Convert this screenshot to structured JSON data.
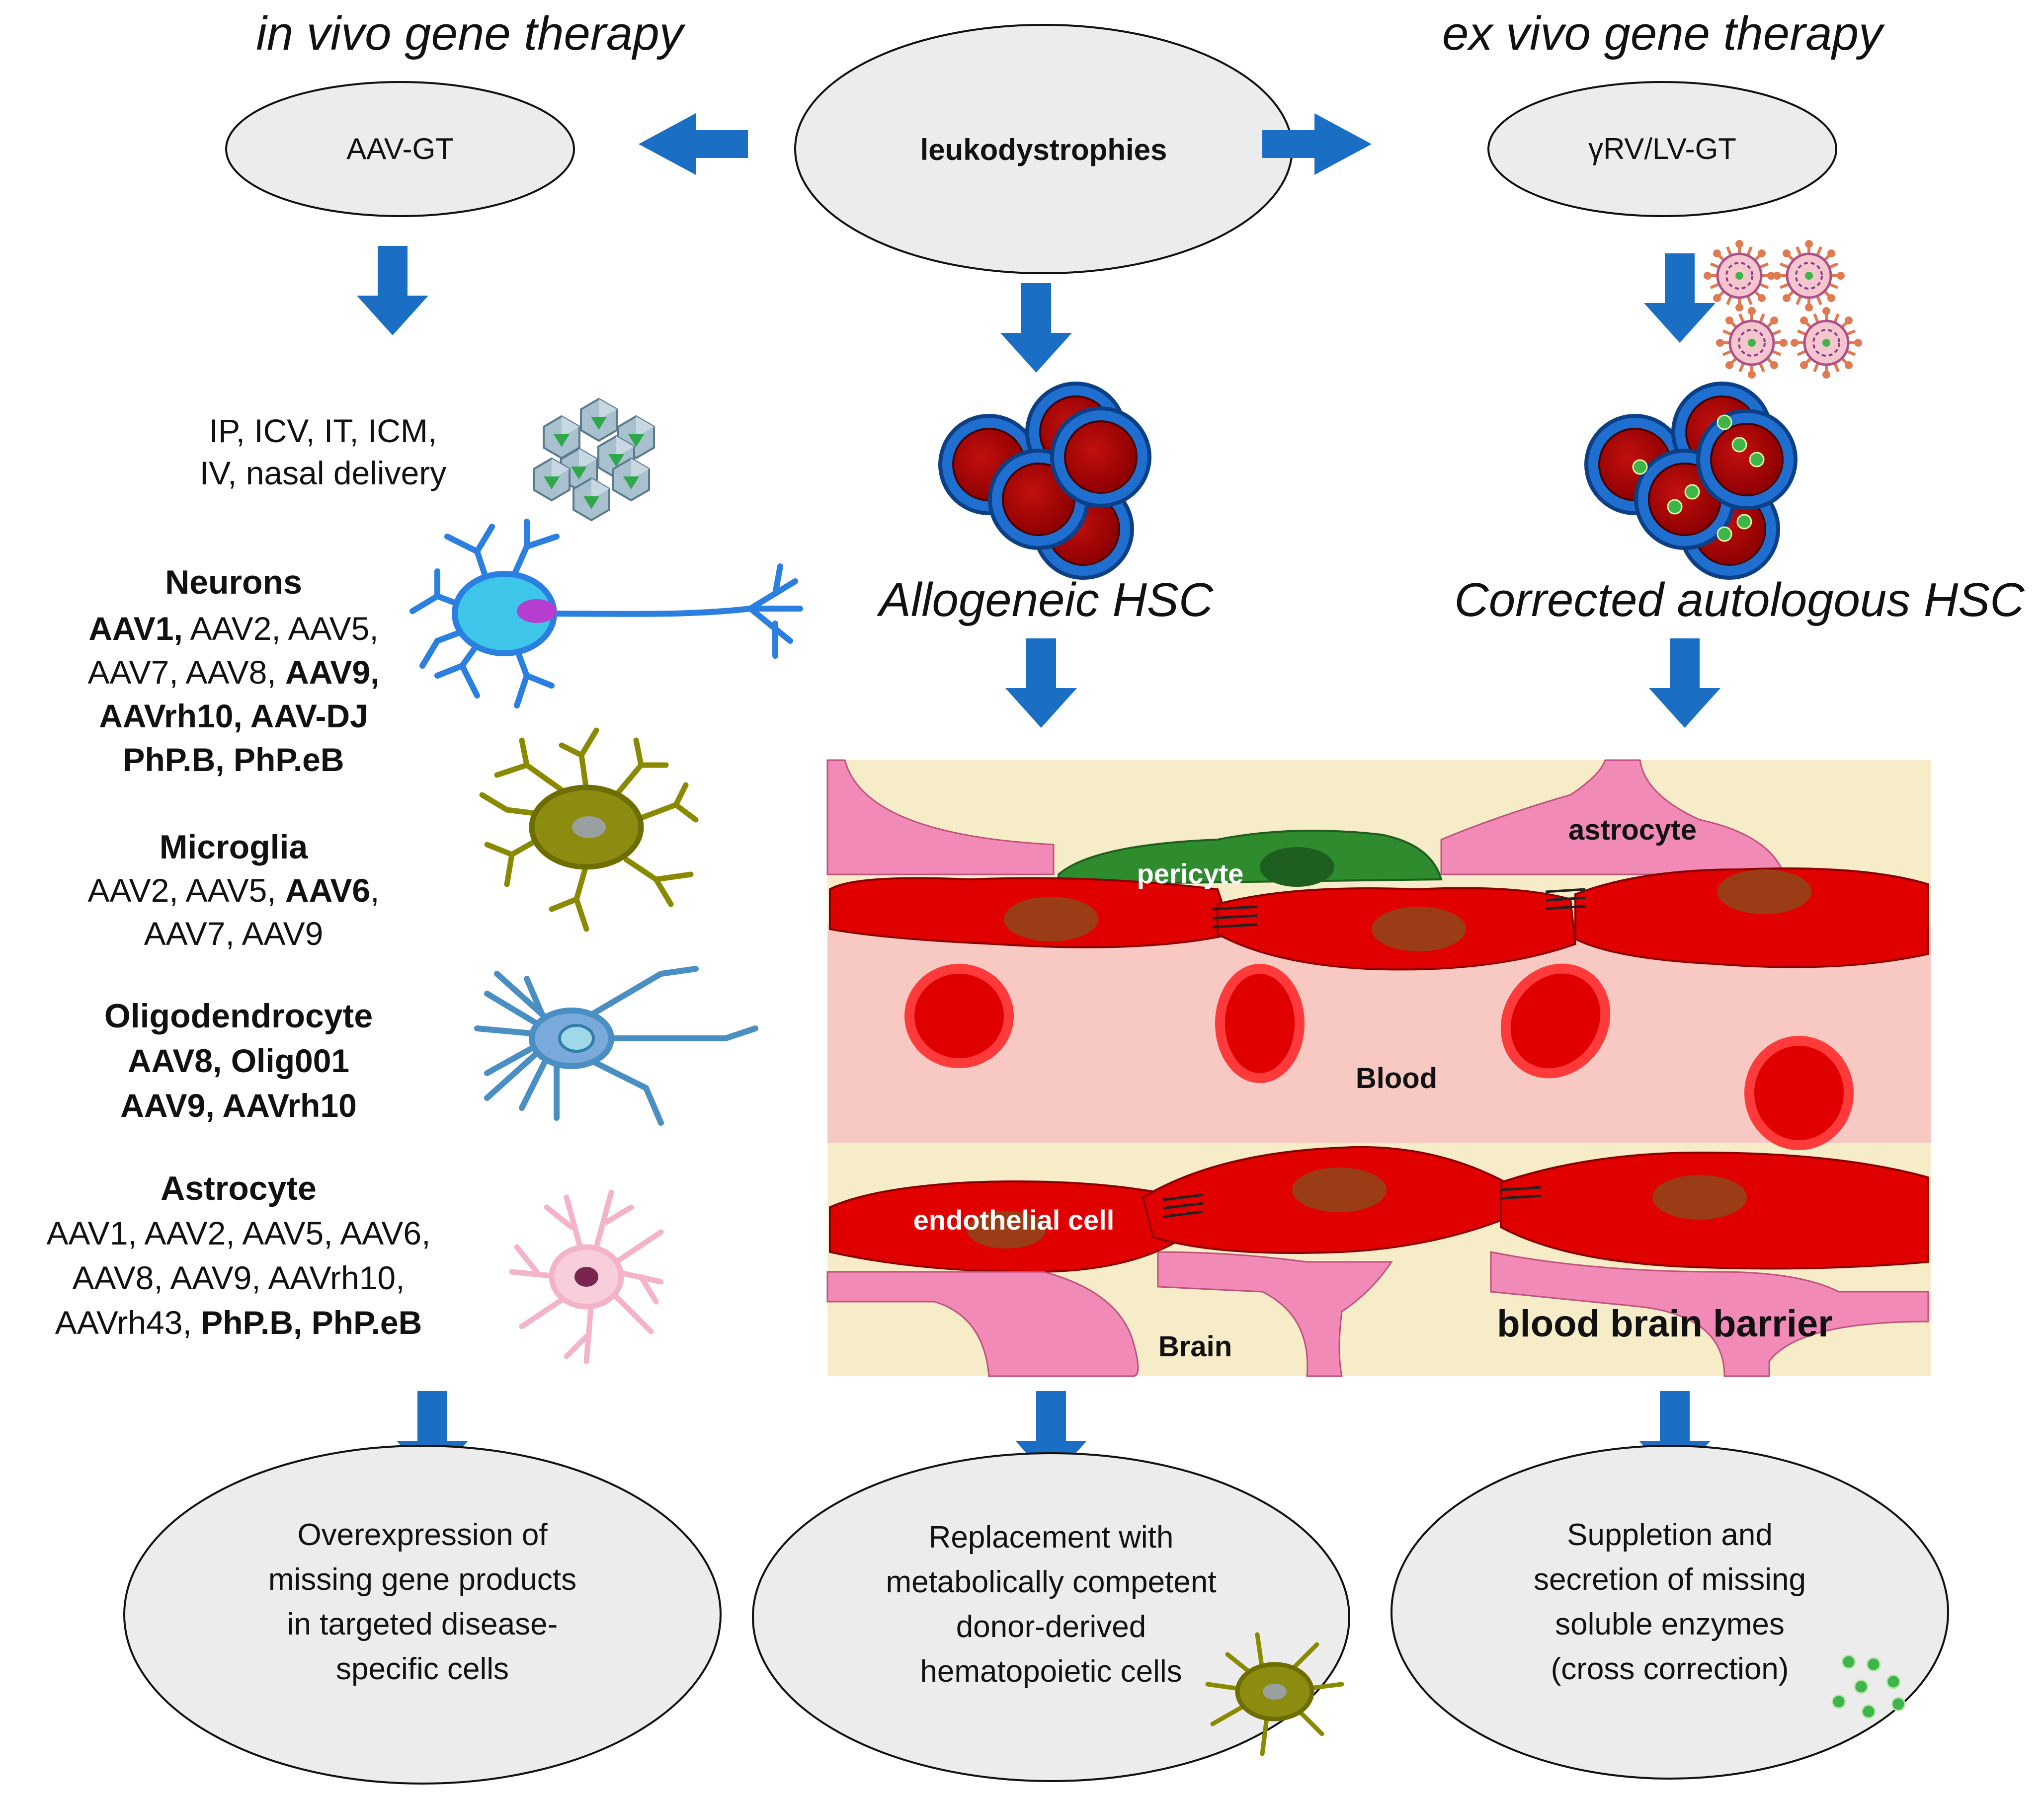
{
  "titles": {
    "in_vivo": "in vivo gene therapy",
    "ex_vivo": "ex vivo gene therapy"
  },
  "top_ellipses": {
    "left": "AAV-GT",
    "center": "leukodystrophies",
    "right": "γRV/LV-GT"
  },
  "delivery": {
    "line1": "IP, ICV, IT, ICM,",
    "line2": "IV, nasal delivery"
  },
  "cell_types": [
    {
      "heading": "Neurons",
      "lines": [
        [
          {
            "text": "AAV1,",
            "bold": true
          },
          {
            "text": " AAV2, AAV5,",
            "bold": false
          }
        ],
        [
          {
            "text": "AAV7, AAV8, ",
            "bold": false
          },
          {
            "text": "AAV9,",
            "bold": true
          }
        ],
        [
          {
            "text": "AAVrh10, AAV-DJ",
            "bold": true
          }
        ],
        [
          {
            "text": "PhP.B, PhP.eB",
            "bold": true
          }
        ]
      ]
    },
    {
      "heading": "Microglia",
      "lines": [
        [
          {
            "text": "AAV2, AAV5, ",
            "bold": false
          },
          {
            "text": "AAV6",
            "bold": true
          },
          {
            "text": ",",
            "bold": false
          }
        ],
        [
          {
            "text": "AAV7, AAV9",
            "bold": false
          }
        ]
      ]
    },
    {
      "heading": "Oligodendrocyte",
      "lines": [
        [
          {
            "text": "AAV8, Olig001",
            "bold": true
          }
        ],
        [
          {
            "text": "AAV9, AAVrh10",
            "bold": true
          }
        ]
      ]
    },
    {
      "heading": "Astrocyte",
      "lines": [
        [
          {
            "text": "AAV1, AAV2, AAV5, AAV6,",
            "bold": false
          }
        ],
        [
          {
            "text": "AAV8, AAV9, AAVrh10,",
            "bold": false
          }
        ],
        [
          {
            "text": "AAVrh43, ",
            "bold": false
          },
          {
            "text": "PhP.B, PhP.eB",
            "bold": true
          }
        ]
      ]
    }
  ],
  "hsc": {
    "allogeneic": "Allogeneic HSC",
    "corrected": "Corrected autologous HSC"
  },
  "bbb": {
    "pericyte": "pericyte",
    "astrocyte": "astrocyte",
    "blood": "Blood",
    "endothelial": "endothelial cell",
    "brain": "Brain",
    "barrier": "blood brain barrier"
  },
  "outcomes": {
    "left": [
      "Overexpression of",
      "missing gene products",
      "in targeted disease-",
      "specific cells"
    ],
    "center": [
      "Replacement with",
      "metabolically competent",
      "donor-derived",
      "hematopoietic cells"
    ],
    "right": [
      "Suppletion and",
      "secretion of missing",
      "soluble enzymes",
      "(cross correction)"
    ]
  },
  "colors": {
    "arrow": "#1a6fc4",
    "ellipse_fill": "#ececec",
    "bbb_background": "#f7ecc8",
    "vessel_lumen": "#f8c8c3",
    "endothelial": "#e00000",
    "nucleus": "#9a3d16",
    "astrocyte_pink": "#f28ab8",
    "pericyte_green": "#2e8b2e",
    "hsc_blue": "#1f6fd1",
    "hsc_red": "#a50000",
    "neuron_blue": "#2a7fe0",
    "microglia_olive": "#8a8a00",
    "oligo_blue": "#4a8fc4",
    "astro_pink_light": "#f4b3c8",
    "enzyme_green": "#3db54a"
  },
  "icons": [
    "aav-capsid-cluster-icon",
    "retrovirus-particle-icon",
    "neuron-icon",
    "microglia-icon",
    "oligodendrocyte-icon",
    "astrocyte-icon",
    "hsc-cluster-icon",
    "enzyme-dots-icon"
  ]
}
